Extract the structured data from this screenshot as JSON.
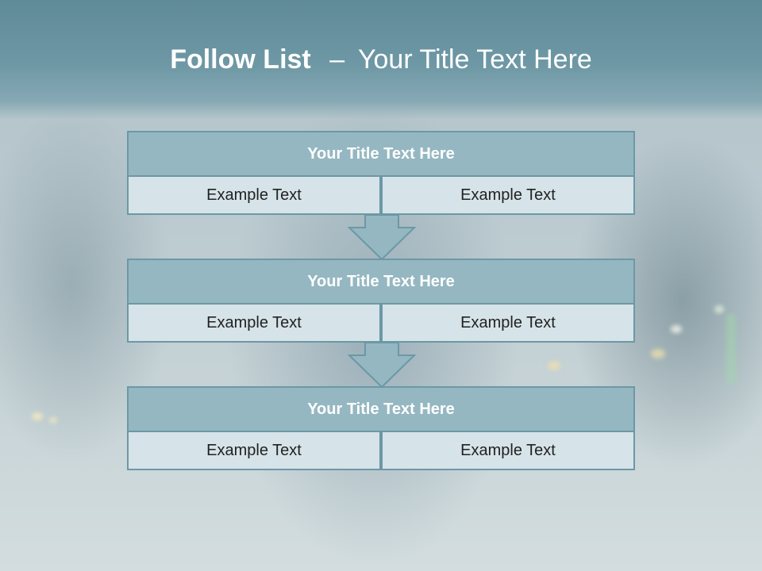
{
  "slide": {
    "title_bold": "Follow List",
    "title_separator": "–",
    "title_rest": "Your Title Text Here"
  },
  "blocks": [
    {
      "title": "Your Title Text Here",
      "left_text": "Example Text",
      "right_text": "Example Text"
    },
    {
      "title": "Your Title Text Here",
      "left_text": "Example Text",
      "right_text": "Example Text"
    },
    {
      "title": "Your Title Text Here",
      "left_text": "Example Text",
      "right_text": "Example Text"
    }
  ],
  "colors": {
    "header_band": "#6e98a5",
    "block_title_fill": "#95b7c2",
    "cell_fill": "#d6e3e8",
    "border": "#6c98a6",
    "arrow_fill": "#95b7c2"
  },
  "icons": {
    "connector": "down-arrow-icon"
  }
}
